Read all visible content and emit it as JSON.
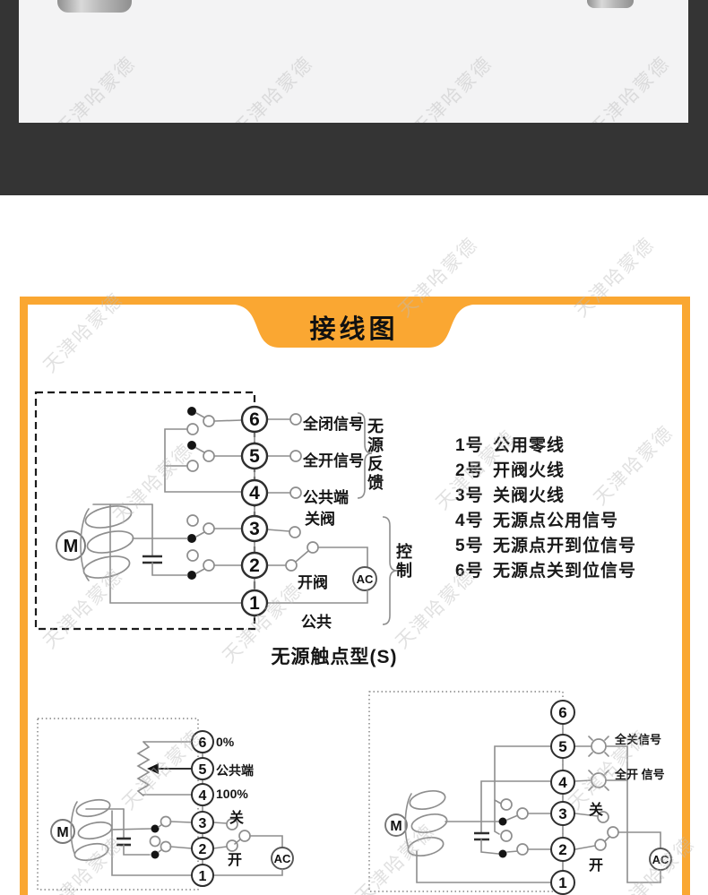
{
  "watermark": {
    "text": "天津哈蒙德"
  },
  "colors": {
    "accent": "#FAA732",
    "band": "#343434",
    "panel": "#f3f3f4"
  },
  "banner": {
    "title": "接线图"
  },
  "main_diagram": {
    "terminals": [
      "6",
      "5",
      "4",
      "3",
      "2",
      "1"
    ],
    "motor_label": "M",
    "ac_label": "AC",
    "labels": {
      "t6": "全闭信号",
      "t5": "全开信号",
      "t4": "公共端",
      "close_valve": "关阀",
      "open_valve": "开阀",
      "common": "公共",
      "feedback_group": "无源反馈",
      "control_group": "控制"
    },
    "caption": "无源触点型(S)"
  },
  "terminal_list": {
    "items": [
      {
        "num": "1号",
        "desc": "公用零线"
      },
      {
        "num": "2号",
        "desc": "开阀火线"
      },
      {
        "num": "3号",
        "desc": "关阀火线"
      },
      {
        "num": "4号",
        "desc": "无源点公用信号"
      },
      {
        "num": "5号",
        "desc": "无源点开到位信号"
      },
      {
        "num": "6号",
        "desc": "无源点关到位信号"
      }
    ]
  },
  "diagram_pot": {
    "terminals": [
      "6",
      "5",
      "4",
      "3",
      "2",
      "1"
    ],
    "motor_label": "M",
    "ac_label": "AC",
    "labels": {
      "p0": "0%",
      "common": "公共端",
      "p100": "100%",
      "close": "关",
      "open": "开"
    }
  },
  "diagram_lamp": {
    "terminals": [
      "6",
      "5",
      "4",
      "3",
      "2",
      "1"
    ],
    "motor_label": "M",
    "ac_label": "AC",
    "labels": {
      "full_close": "全关信号",
      "full_open": "全开 信号",
      "close": "关",
      "open": "开"
    }
  }
}
